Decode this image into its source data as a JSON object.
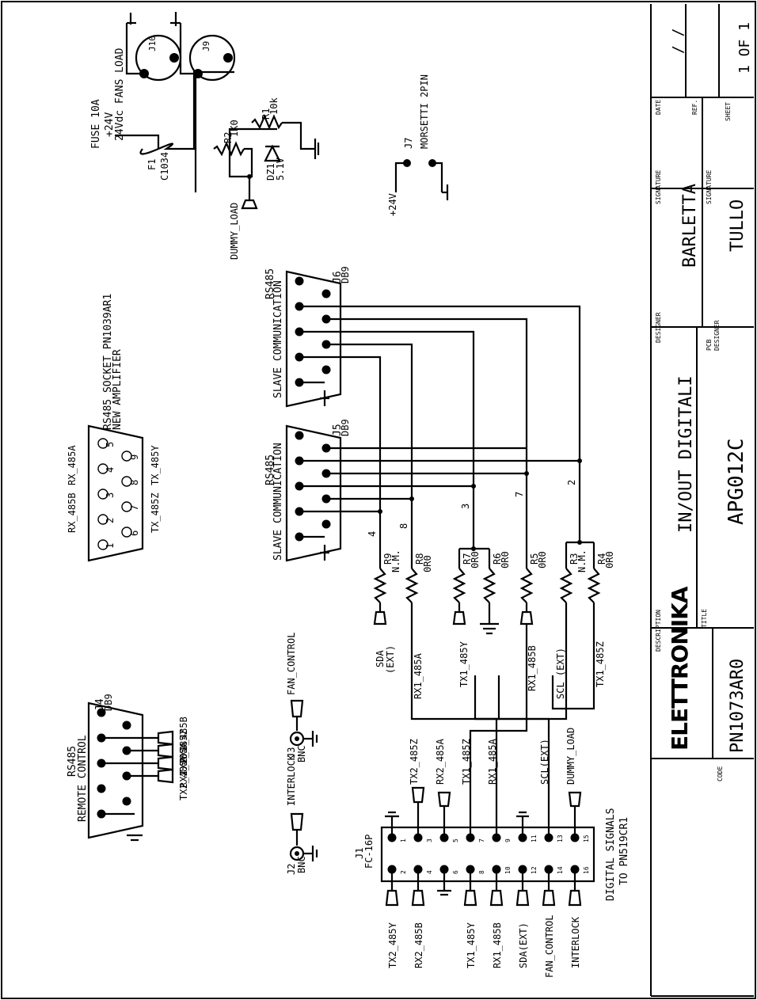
{
  "title_block": {
    "sheet_label": "SHEET",
    "sheet_value": "1 OF 1",
    "ref_label": "REF.",
    "date_label": "DATE",
    "date_value": "/ /",
    "signature_label": "SIGNATURE",
    "signature_label_2": "SIGNATURE",
    "designer_label": "DESIGNER",
    "designer_value": "BARLETTA",
    "pcb_designer_label_1": "PCB",
    "pcb_designer_label_2": "DESIGNER",
    "pcb_designer_value": "TULLO",
    "description_label": "DESCRIPTION",
    "description_value": "IN/OUT DIGITALI",
    "title_label": "TITLE",
    "title_value": "APG012C",
    "code_label": "CODE",
    "code_value": "PN1073AR0",
    "logo_text": "ELETTRONIKA"
  },
  "power": {
    "fuse_ref": "F1",
    "fuse_part": "C1034",
    "fuse_rating": "FUSE 10A",
    "supply": "+24V",
    "fans_label": "24Vdc FANS LOAD",
    "r2_ref": "R2",
    "r2_val": "1K0",
    "r1_ref": "R1",
    "r1_val": "10k",
    "dz1_ref": "DZ1",
    "dz1_val": "5.1V",
    "dummy": "DUMMY_LOAD",
    "j10": "J10",
    "j9": "J9"
  },
  "j7": {
    "ref": "J7",
    "name": "MORSETTI 2PIN",
    "supply": "+24V"
  },
  "j6": {
    "ref": "J6",
    "type": "DB9",
    "line1": "RS485",
    "line2": "SLAVE COMMUNICATION"
  },
  "j5": {
    "ref": "J5",
    "type": "DB9",
    "line1": "RS485",
    "line2": "SLAVE COMMUNICATION"
  },
  "socket": {
    "line1": "RS485 SOCKET PN1039AR1",
    "line2": "NEW AMPLIFIER",
    "rx_b": "RX_485B",
    "rx_a": "RX_485A",
    "tx_z": "TX_485Z",
    "tx_y": "TX_485Y",
    "pins_top": [
      "1",
      "2",
      "3",
      "4",
      "5"
    ],
    "pins_bottom": [
      "6",
      "7",
      "8",
      "9"
    ]
  },
  "resistors": [
    {
      "ref": "R9",
      "val": "N.M.",
      "net": "SDA",
      "net2": "(EXT)"
    },
    {
      "ref": "R8",
      "val": "0R0",
      "net": "RX1_485A",
      "net2": ""
    },
    {
      "ref": "R7",
      "val": "0R0",
      "net": "TX1_485Y",
      "net2": ""
    },
    {
      "ref": "R6",
      "val": "0R0",
      "net": "",
      "net2": ""
    },
    {
      "ref": "R5",
      "val": "0R0",
      "net": "RX1_485B",
      "net2": ""
    },
    {
      "ref": "R3",
      "val": "N.M.",
      "net": "SCL (EXT)",
      "net2": ""
    },
    {
      "ref": "R4",
      "val": "0R0",
      "net": "TX1_485Z",
      "net2": ""
    }
  ],
  "bus_numbers": [
    "4",
    "8",
    "3",
    "7",
    "2"
  ],
  "j4": {
    "ref": "J4",
    "type": "DB9",
    "line1": "RS485",
    "line2": "REMOTE CONTROL",
    "nets": [
      "RX2_485B",
      "TX2_485Z",
      "RX2_485A",
      "TX2_485Y"
    ]
  },
  "j2": {
    "ref": "J2",
    "type": "BNC",
    "net": "INTERLOCK"
  },
  "j3": {
    "ref": "J3",
    "type": "BNC",
    "net": "FAN_CONTROL"
  },
  "j1": {
    "ref": "J1",
    "type": "FC-16P",
    "caption1": "DIGITAL SIGNALS",
    "caption2": "TO PN519CR1",
    "top_nets": [
      "TX2_485Z",
      "RX2_485A",
      "TX1_485Z",
      "RX1_485A",
      "SCL(EXT)",
      "DUMMY_LOAD"
    ],
    "bottom_nets": [
      "TX2_485Y",
      "RX2_485B",
      "TX1_485Y",
      "RX1_485B",
      "SDA(EXT)",
      "FAN_CONTROL",
      "INTERLOCK"
    ],
    "pins_top": [
      "1",
      "3",
      "5",
      "7",
      "9",
      "11",
      "13",
      "15"
    ],
    "pins_bottom": [
      "2",
      "4",
      "6",
      "8",
      "10",
      "12",
      "14",
      "16"
    ]
  },
  "pin_digits": [
    "1",
    "2",
    "3",
    "4",
    "5",
    "6",
    "7",
    "8",
    "9"
  ]
}
